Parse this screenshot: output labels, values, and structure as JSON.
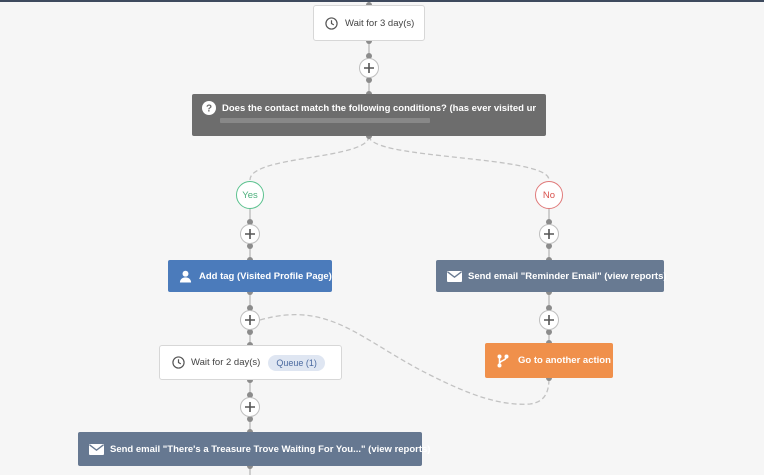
{
  "colors": {
    "dot": "#8c8c8c",
    "wire": "#b9b9b9",
    "dark": "#6d6d6d",
    "blue": "#4b7bbb",
    "slate": "#687a92",
    "orange": "#f0904b",
    "yes": "#4cb07c",
    "no": "#d9534f"
  },
  "nodes": {
    "wait3": {
      "label": "Wait for 3 day(s)",
      "icon": "clock-icon"
    },
    "condition": {
      "label": "Does the contact match the following conditions? (has ever visited url",
      "icon": "question-icon"
    },
    "yes": {
      "label": "Yes"
    },
    "no": {
      "label": "No"
    },
    "add_tag": {
      "label": "Add tag (Visited Profile Page)",
      "icon": "user-icon"
    },
    "reminder": {
      "label": "Send email \"Reminder Email\" (view reports)",
      "icon": "envelope-icon"
    },
    "goto": {
      "label": "Go to another action",
      "icon": "branch-icon"
    },
    "wait2": {
      "label": "Wait for 2 day(s)",
      "badge": "Queue (1)",
      "icon": "clock-icon"
    },
    "treasure": {
      "label": "Send email \"There's a Treasure Trove Waiting For You...\" (view reports)",
      "icon": "envelope-icon"
    }
  }
}
